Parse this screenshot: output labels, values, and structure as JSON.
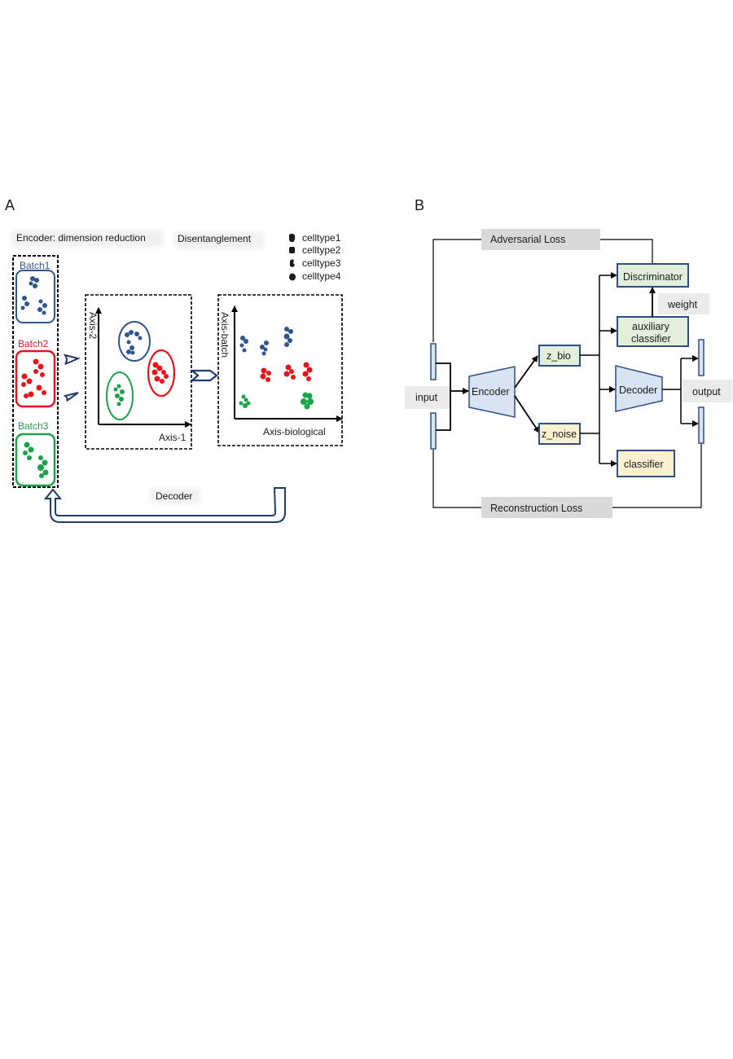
{
  "panel_a": {
    "letter": "A",
    "encoder_caption": "Encoder: dimension reduction",
    "disentangle_caption": "Disentanglement",
    "decoder_caption": "Decoder",
    "legend": [
      "celltype1",
      "celltype2",
      "celltype3",
      "celltype4"
    ],
    "batches": [
      {
        "label": "Batch1",
        "color": "#2e5590"
      },
      {
        "label": "Batch2",
        "color": "#e8141c"
      },
      {
        "label": "Batch3",
        "color": "#1aa34a"
      }
    ],
    "plot1": {
      "xlabel": "Axis-1",
      "ylabel": "Axis-2"
    },
    "plot2": {
      "xlabel": "Axis-biological",
      "ylabel": "Axis-batch"
    }
  },
  "panel_b": {
    "letter": "B",
    "adversarial_loss": "Adversarial  Loss",
    "reconstruction_loss": "Reconstruction Loss",
    "input": "input",
    "output": "output",
    "encoder": "Encoder",
    "decoder": "Decoder",
    "z_bio": "z_bio",
    "z_noise": "z_noise",
    "discriminator": "Discriminator",
    "weight": "weight",
    "aux_line1": "auxiliary",
    "aux_line2": "classifier",
    "classifier": "classifier",
    "colors": {
      "bio_fill": "#e2efda",
      "noise_fill": "#fdf1d2",
      "enc_fill": "#d9e4f2",
      "border": "#2e4f86",
      "label_bg": "#e6e6e6"
    }
  }
}
